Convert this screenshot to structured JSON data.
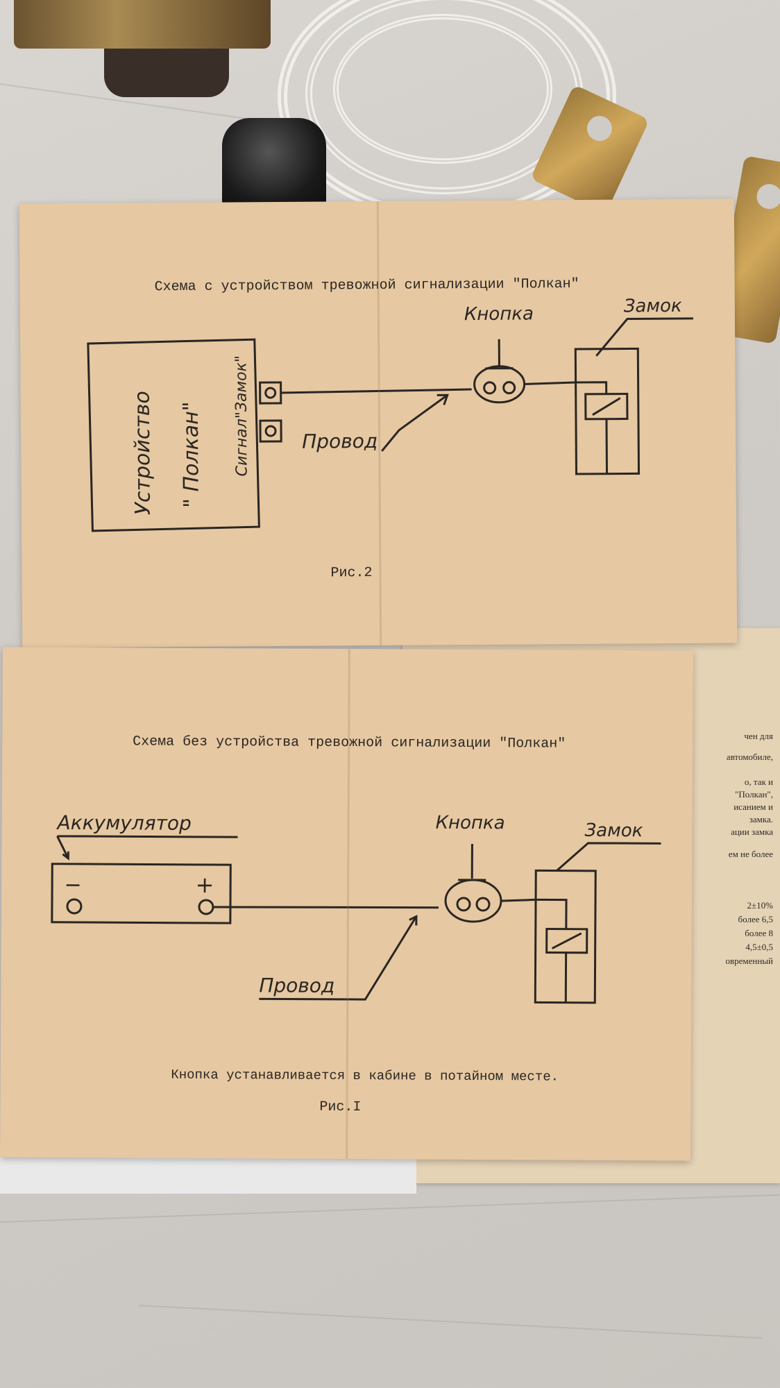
{
  "scheme_top": {
    "title": "Схема с устройством тревожной сигнализации \"Полкан\"",
    "device_label_1": "Устройство",
    "device_label_2": "\" Полкан\"",
    "terminals_label": "Сигнал\"Замок\"",
    "button_label": "Кнопка",
    "lock_label": "Замок",
    "wire_label": "Провод",
    "figure": "Рис.2"
  },
  "scheme_bottom": {
    "title": "Схема без устройства тревожной сигнализации \"Полкан\"",
    "battery_label": "Аккумулятор",
    "minus": "−",
    "plus": "+",
    "button_label": "Кнопка",
    "lock_label": "Замок",
    "wire_label": "Провод",
    "note": "Кнопка устанавливается в кабине в потайном месте.",
    "figure": "Рис.I"
  },
  "back_sheet": {
    "lines": [
      "чен для",
      "автомобиле,",
      "о, так и",
      "\"Полкан\",",
      "исанием и",
      "замка.",
      "ации замка",
      "ем не более",
      "2±10%",
      "более 6,5",
      "более 8",
      "4,5±0,5",
      "овременный"
    ]
  },
  "colors": {
    "paper": "#e6c8a2",
    "ink": "#2a2622",
    "surface": "#d9d6d2"
  }
}
